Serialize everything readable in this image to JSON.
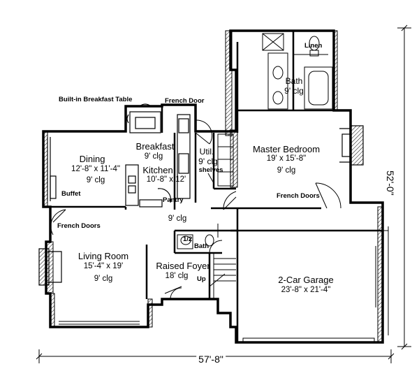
{
  "rooms": {
    "master_bedroom": {
      "name": "Master Bedroom",
      "size": "19' x 15'-8\"",
      "ceiling": "9' clg"
    },
    "bath": {
      "name": "Bath",
      "ceiling": "9' clg",
      "linen": "Linen"
    },
    "breakfast": {
      "name": "Breakfast",
      "ceiling": "9' clg"
    },
    "dining": {
      "name": "Dining",
      "size": "12'-8\" x 11'-4\"",
      "ceiling": "9' clg"
    },
    "kitchen": {
      "name": "Kitchen",
      "size": "10'-8\" x 12'"
    },
    "util": {
      "name": "Util.",
      "ceiling": "9' clg",
      "extra": "shelves"
    },
    "pantry": {
      "name": "Pantry"
    },
    "hall": {
      "ceiling": "9' clg"
    },
    "living_room": {
      "name": "Living Room",
      "size": "15'-4\" x 19'",
      "ceiling": "9' clg"
    },
    "half_bath": {
      "line1": "1/2",
      "line2": "Bath"
    },
    "raised_foyer": {
      "name": "Raised Foyer",
      "ceiling": "18' clg",
      "stairs": "Up"
    },
    "garage": {
      "name": "2-Car Garage",
      "size": "23'-8\" x 21'-4\""
    }
  },
  "callouts": {
    "breakfast_table": "Built-in Breakfast Table",
    "french_door": "French Door",
    "french_doors_master": "French Doors",
    "french_doors_living": "French Doors",
    "buffet": "Buffet"
  },
  "dimensions": {
    "overall_width": "57'-8\"",
    "overall_depth": "52'-0\""
  }
}
